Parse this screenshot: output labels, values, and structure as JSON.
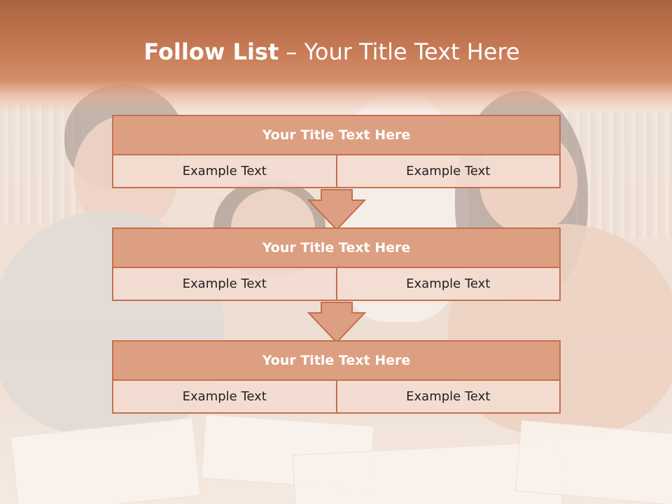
{
  "slide": {
    "title_bold": "Follow List",
    "title_rest": " – Your Title Text Here"
  },
  "steps": [
    {
      "title": "Your Title Text Here",
      "cells": [
        "Example Text",
        "Example Text"
      ]
    },
    {
      "title": "Your Title Text Here",
      "cells": [
        "Example Text",
        "Example Text"
      ]
    },
    {
      "title": "Your Title Text Here",
      "cells": [
        "Example Text",
        "Example Text"
      ]
    }
  ],
  "colors": {
    "title_band": "#c77a55",
    "box_header": "#dd9f81",
    "box_border": "#c4704d",
    "box_cell": "#f3dbd0",
    "arrow_fill": "#dd9f81"
  }
}
